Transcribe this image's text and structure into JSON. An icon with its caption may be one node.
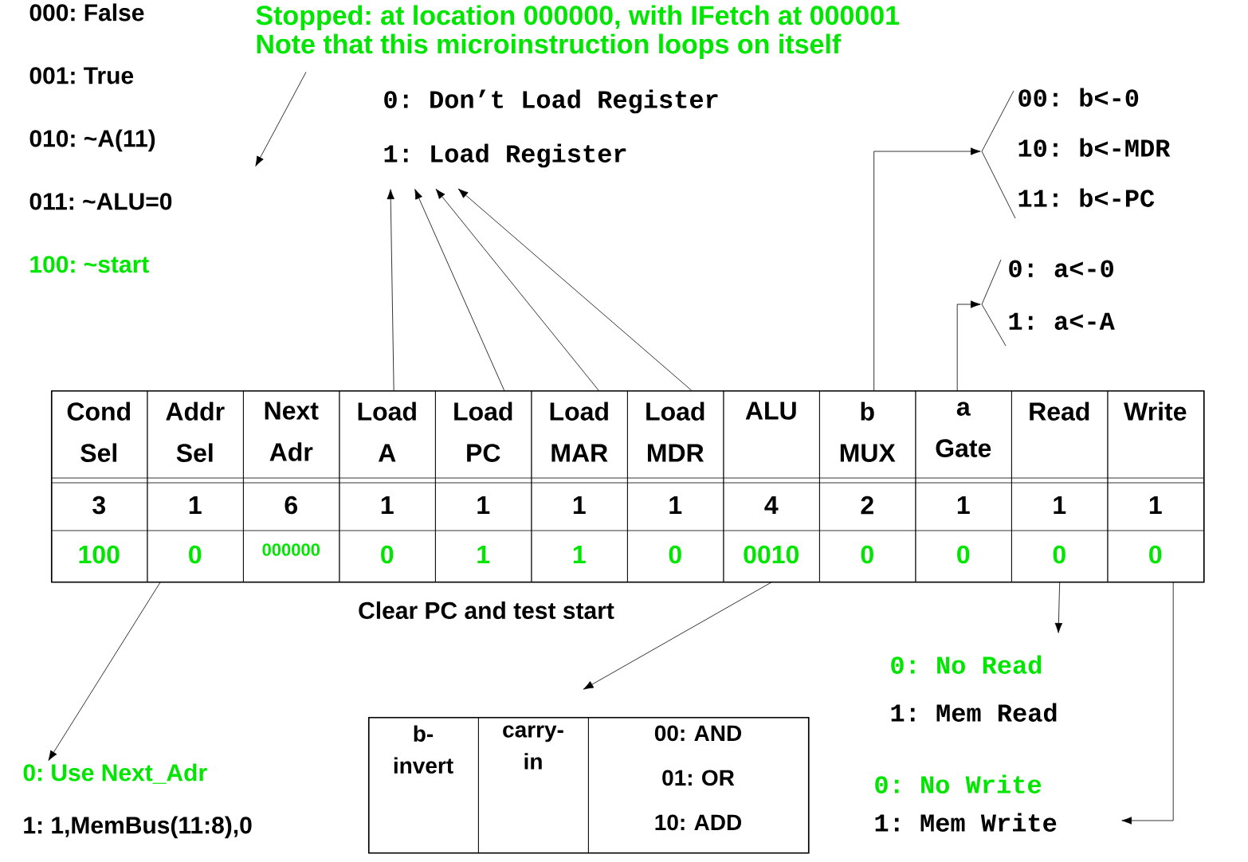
{
  "diagram": {
    "nodes": [
      {
        "text": [
          "000: False",
          "001: True",
          "010: ~A(11)",
          "011: ~ALU=0",
          "100: ~start"
        ]
      },
      {
        "text": [
          "Stopped: at location 000000, with IFetch at 000001",
          "Note that this microinstruction loops on itself"
        ]
      },
      {
        "text": [
          "0: Don’t Load Register",
          "1: Load Register"
        ]
      },
      {
        "text": [
          "00: b<-0",
          "10: b<-MDR",
          "11: b<-PC"
        ]
      },
      {
        "text": [
          "0: a<-0",
          "1: a<-A"
        ]
      },
      {
        "text": [],
        "shape": "box"
      },
      {
        "text": [
          "Cond Sel",
          "3",
          "100"
        ],
        "in": 5
      },
      {
        "text": [
          "Addr Sel",
          "1",
          "0"
        ],
        "in": 5
      },
      {
        "text": [
          "Next Adr",
          "6",
          "000000"
        ],
        "in": 5
      },
      {
        "text": [
          "Load A",
          "1",
          "0"
        ],
        "in": 5
      },
      {
        "text": [
          "Load PC",
          "1",
          "1"
        ],
        "in": 5
      },
      {
        "text": [
          "Load MAR",
          "1",
          "1"
        ],
        "in": 5
      },
      {
        "text": [
          "Load MDR",
          "1",
          "0"
        ],
        "in": 5
      },
      {
        "text": [
          "ALU",
          "4",
          "0010"
        ],
        "in": 5
      },
      {
        "text": [
          "b MUX",
          "2",
          "0"
        ],
        "in": 5
      },
      {
        "text": [
          "a Gate",
          "1",
          "0"
        ],
        "in": 5
      },
      {
        "text": [
          "Read",
          "1",
          "0"
        ],
        "in": 5
      },
      {
        "text": [
          "Write",
          "1",
          "0"
        ],
        "in": 5
      },
      {
        "text": [
          "0: Use Next_Adr",
          "1: 1,MemBus(11:8),0"
        ]
      },
      {
        "text": [],
        "shape": "box"
      },
      {
        "text": [
          "b- invert"
        ],
        "in": 19
      },
      {
        "text": [
          "carry- in"
        ],
        "in": 19
      },
      {
        "text": [
          "00: AND",
          "01: OR",
          "10: ADD"
        ],
        "in": 19
      },
      {
        "text": [
          "0: No Read",
          "1: Mem Read"
        ]
      },
      {
        "text": [
          "0: No Write",
          "1: Mem Write"
        ]
      }
    ],
    "edges": [
      {
        "from": 1,
        "to": 0,
        "arrow": "to"
      },
      {
        "from": 9,
        "to": 2,
        "arrow": "to"
      },
      {
        "from": 10,
        "to": 2,
        "arrow": "to"
      },
      {
        "from": 11,
        "to": 2,
        "arrow": "to"
      },
      {
        "from": 12,
        "to": 2,
        "arrow": "to"
      },
      {
        "from": 14,
        "to": 3,
        "arrow": "to"
      },
      {
        "from": 15,
        "to": 4,
        "arrow": "to"
      },
      {
        "from": 7,
        "to": 18,
        "arrow": "to"
      },
      {
        "from": 13,
        "to": 19,
        "arrow": "to"
      },
      {
        "from": 16,
        "to": 23,
        "arrow": "to"
      },
      {
        "from": 17,
        "to": 24,
        "arrow": "to"
      }
    ],
    "labels": [
      "Clear PC and test start"
    ]
  }
}
